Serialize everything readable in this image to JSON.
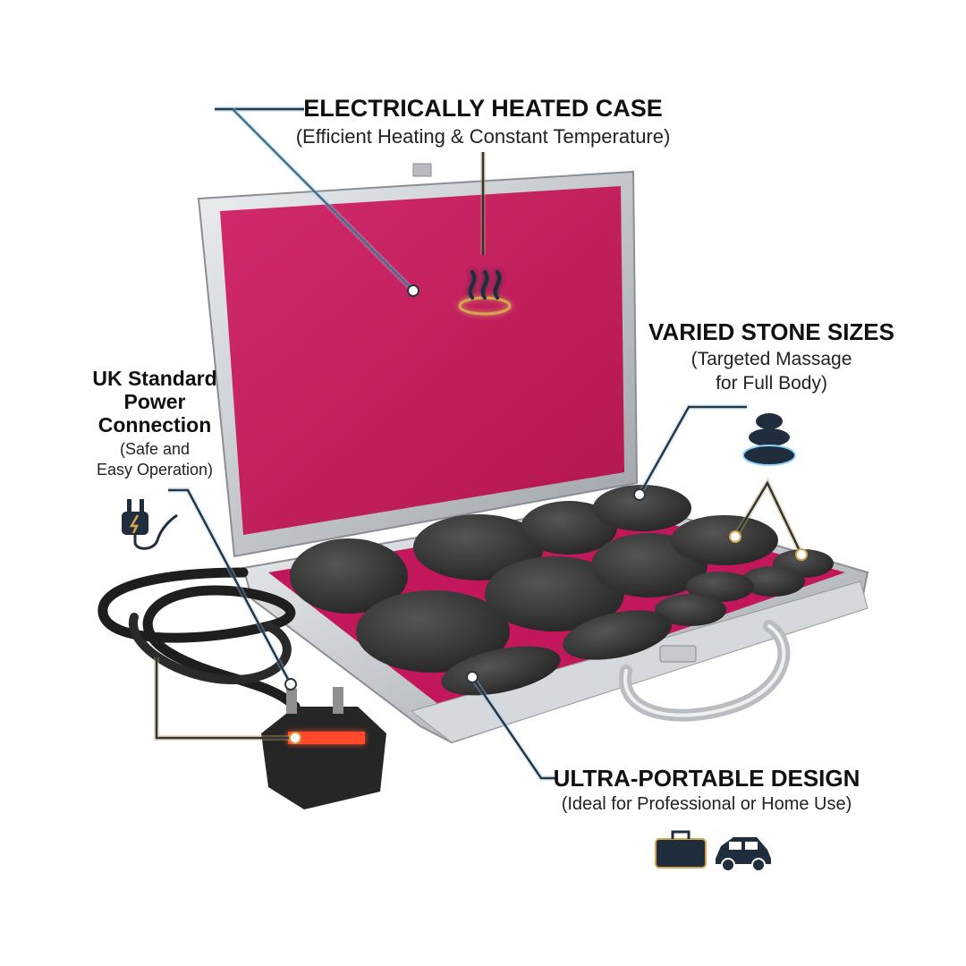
{
  "features": {
    "heated_case": {
      "title": "ELECTRICALLY HEATED CASE",
      "subtitle": "(Efficient Heating & Constant Temperature)",
      "icon": "heat-steam-icon"
    },
    "stone_sizes": {
      "title": "VARIED STONE SIZES",
      "subtitle_line1": "(Targeted Massage",
      "subtitle_line2": "for Full Body)",
      "icon": "stacked-stones-icon"
    },
    "power": {
      "title_line1": "UK Standard",
      "title_line2": "Power",
      "title_line3": "Connection",
      "subtitle_line1": "(Safe and",
      "subtitle_line2": "Easy Operation)",
      "icon": "power-plug-icon"
    },
    "portable": {
      "title": "ULTRA-PORTABLE DESIGN",
      "subtitle": "(Ideal for Professional or Home Use)",
      "icons": [
        "briefcase-icon",
        "car-icon"
      ]
    }
  },
  "colors": {
    "case_lining": "#c2185b",
    "case_frame": "#c9ccd1",
    "stone": "#3b3b3b",
    "callout_line": "#2b3640",
    "callout_glow": "#8fd3ff",
    "accent_gold": "#d4a650",
    "icon_navy": "#1f2d3d",
    "plug_pin": "#ff4a2a"
  }
}
